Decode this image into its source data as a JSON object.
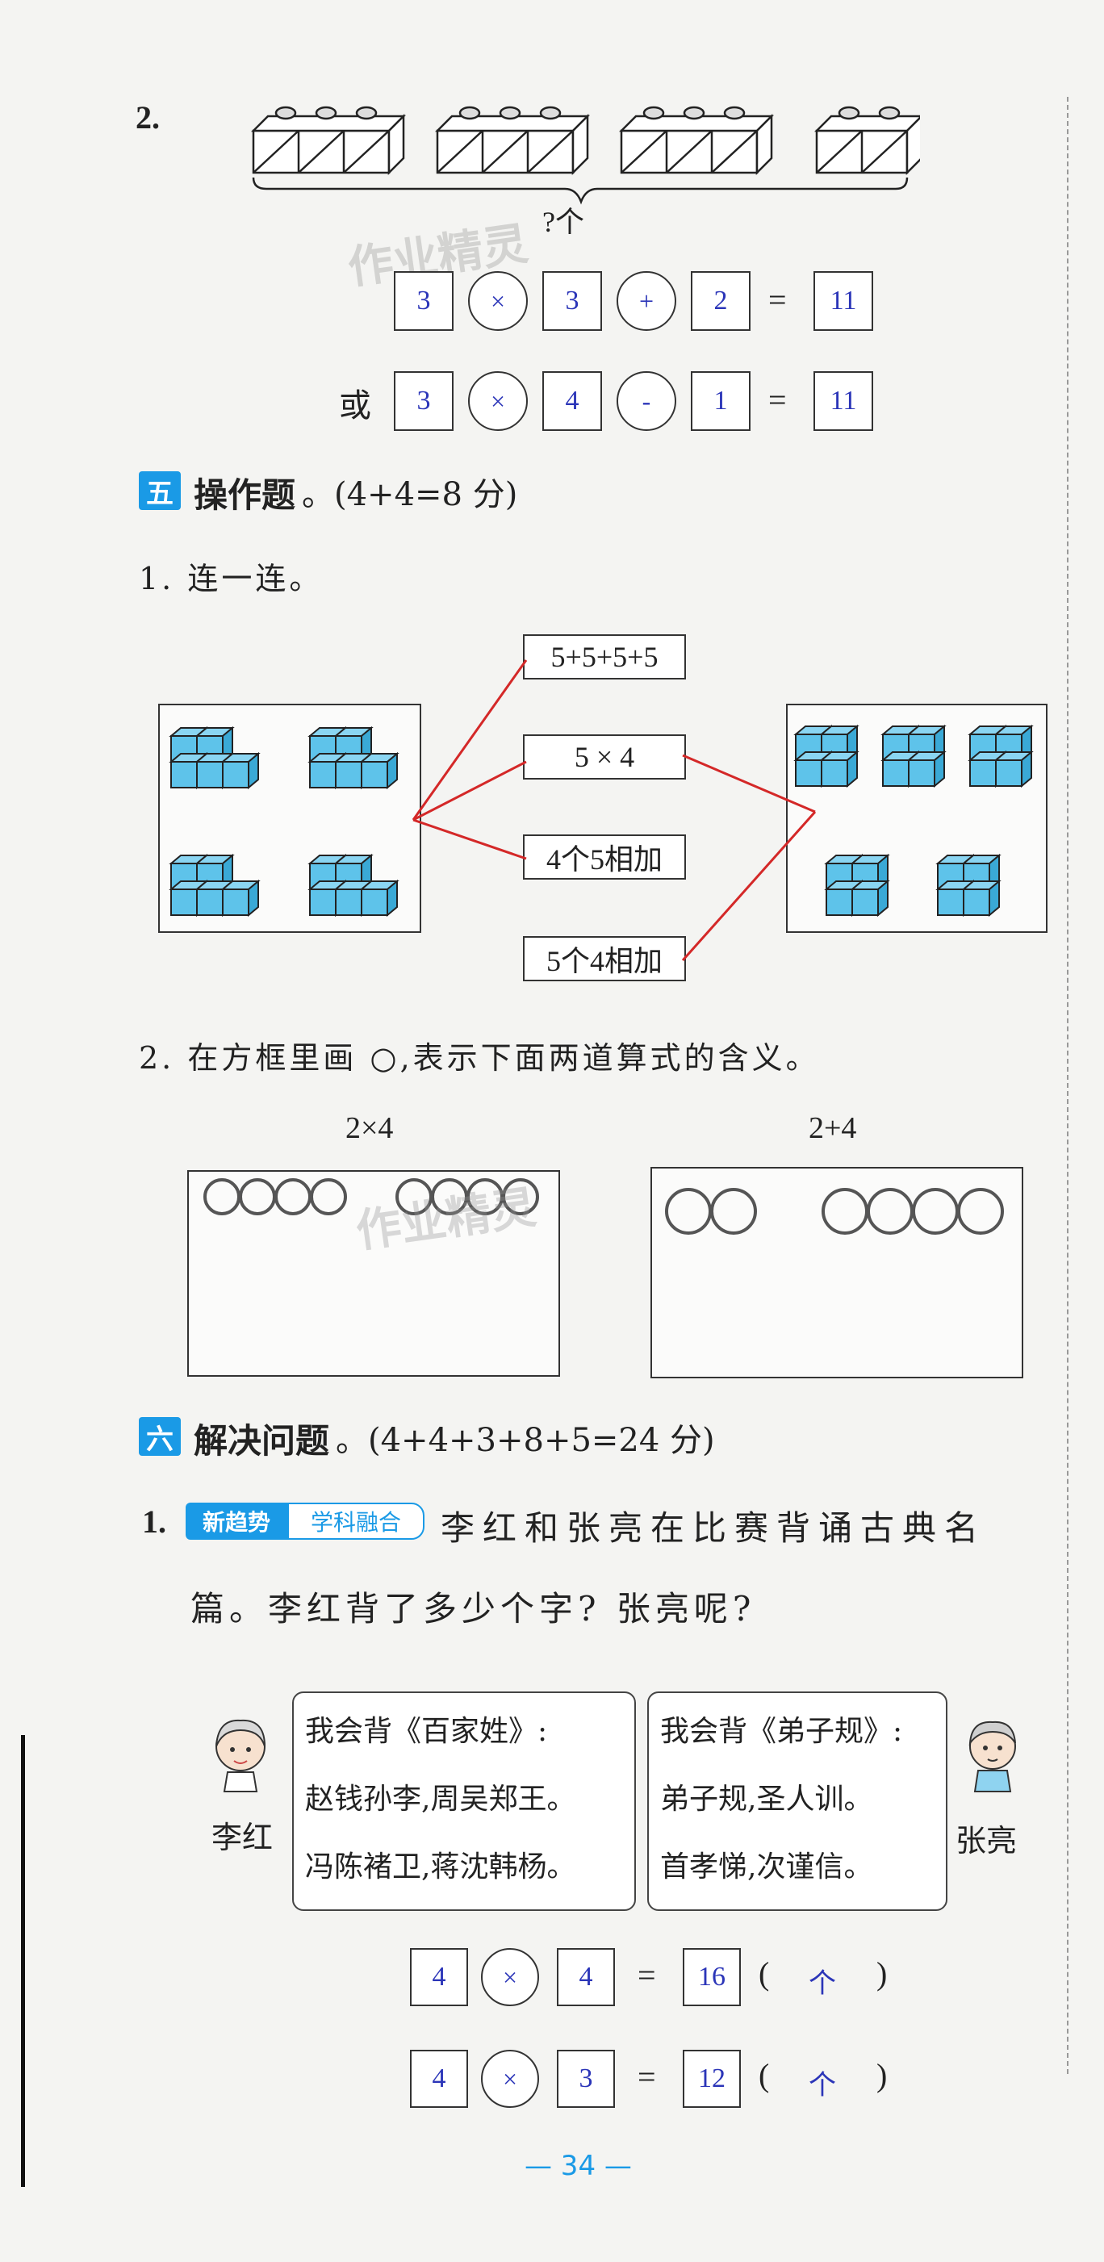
{
  "q2": {
    "number": "2.",
    "brace_label": "?个",
    "eq1": {
      "a": "3",
      "op1": "×",
      "b": "3",
      "op2": "+",
      "c": "2",
      "eq": "=",
      "result": "11"
    },
    "or_label": "或",
    "eq2": {
      "a": "3",
      "op1": "×",
      "b": "4",
      "op2": "-",
      "c": "1",
      "eq": "=",
      "result": "11"
    }
  },
  "section5": {
    "badge": "五",
    "title": "操作题",
    "score": "。(4+4=8 分)",
    "q1_label": "1. 连一连。",
    "options": [
      "5+5+5+5",
      "5 × 4",
      "4个5相加",
      "5个4相加"
    ],
    "q2_label": "2. 在方框里画 ○,表示下面两道算式的含义。",
    "expr_left": "2×4",
    "expr_right": "2+4"
  },
  "section6": {
    "badge": "六",
    "title": "解决问题",
    "score": "。(4+4+3+8+5=24 分)",
    "q1_number": "1.",
    "tag_new": "新趋势",
    "tag_subject": "学科融合",
    "q1_text_line1": "李红和张亮在比赛背诵古典名",
    "q1_text_line2": "篇。李红背了多少个字? 张亮呢?",
    "left_person": "李红",
    "right_person": "张亮",
    "left_bubble": [
      "我会背《百家姓》:",
      "赵钱孙李,周吴郑王。",
      "冯陈褚卫,蒋沈韩杨。"
    ],
    "right_bubble": [
      "我会背《弟子规》:",
      "弟子规,圣人训。",
      "首孝悌,次谨信。"
    ],
    "ans1": {
      "a": "4",
      "op": "×",
      "b": "4",
      "eq": "=",
      "result": "16",
      "open": "(",
      "unit": "个",
      "close": ")"
    },
    "ans2": {
      "a": "4",
      "op": "×",
      "b": "3",
      "eq": "=",
      "result": "12",
      "open": "(",
      "unit": "个",
      "close": ")"
    }
  },
  "footer": {
    "page_number": "— 34 —"
  },
  "watermark": "作业精灵",
  "colors": {
    "accent": "#1a9ae6",
    "answer_ink": "#2b35b8",
    "cube": "#5ec3ea",
    "line": "#d42828"
  }
}
